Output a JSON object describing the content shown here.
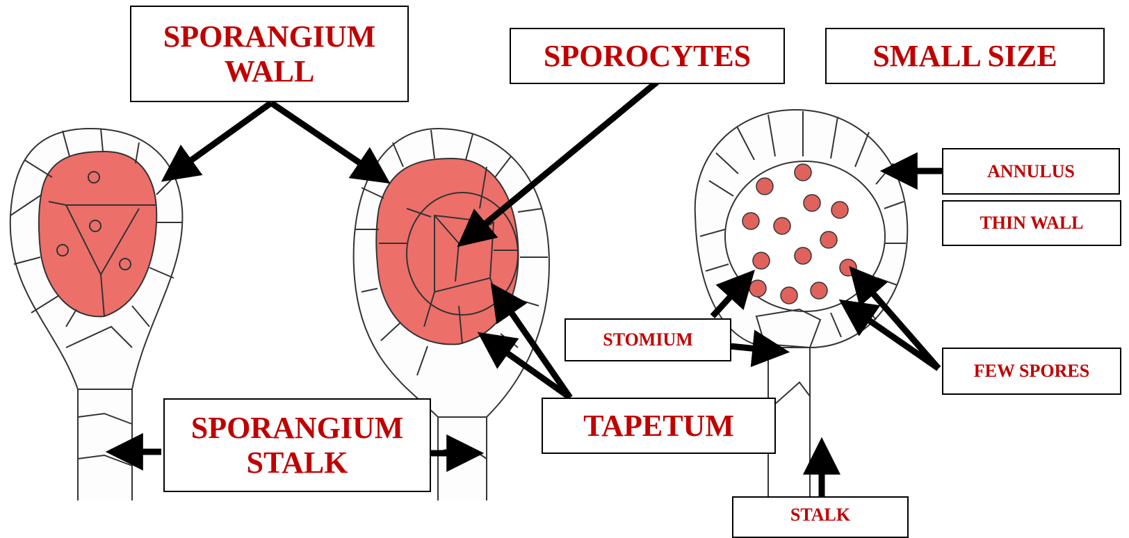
{
  "colors": {
    "label_text": "#c00000",
    "cell_fill": "#ec6f6a",
    "spore_fill": "#e0625c",
    "outline": "#333333",
    "arrow": "#000000"
  },
  "labels": {
    "sporangium_wall": "SPORANGIUM\nWALL",
    "sporocytes": "SPOROCYTES",
    "small_size": "SMALL SIZE",
    "annulus": "ANNULUS",
    "thin_wall": "THIN WALL",
    "stomium": "STOMIUM",
    "few_spores": "FEW SPORES",
    "tapetum": "TAPETUM",
    "sporangium_stalk": "SPORANGIUM\nSTALK",
    "stalk": "STALK"
  }
}
